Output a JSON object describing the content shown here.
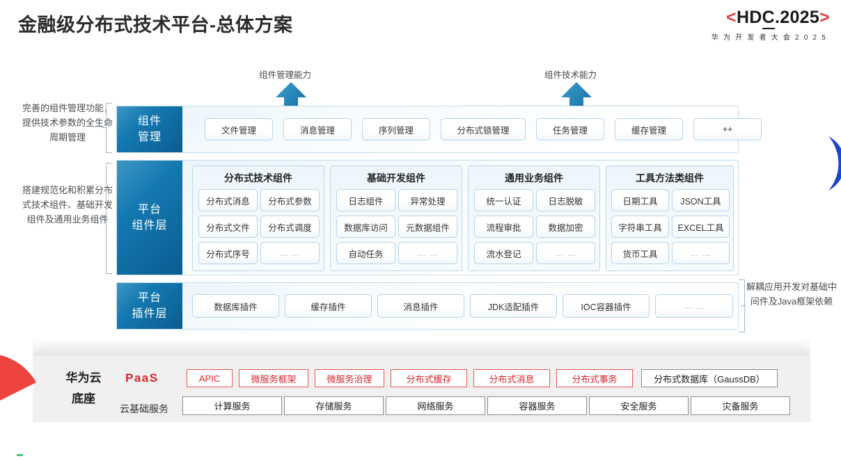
{
  "header": {
    "title": "金融级分布式技术平台-总体方案",
    "logo_bracket_left": "<",
    "logo_text": "HD",
    "logo_underline": "C",
    "logo_tail": ".2025",
    "logo_bracket_right": ">",
    "logo_sub": "华 为 开 发 者 大 会 2 0 2 5",
    "accent_red": "#e23b3b"
  },
  "capabilities": [
    {
      "label": "组件管理能力"
    },
    {
      "label": "组件技术能力"
    }
  ],
  "annotations": {
    "left": [
      "完善的组件管理功能，提供技术参数的全生命周期管理",
      "搭建规范化和积累分布式技术组件、基础开发组件及通用业务组件"
    ],
    "right": [
      "解耦应用开发对基础中间件及Java框架依赖"
    ]
  },
  "layers": {
    "component_management": {
      "tag_line1": "组件",
      "tag_line2": "管理",
      "items": [
        "文件管理",
        "消息管理",
        "序列管理",
        "分布式锁管理",
        "任务管理",
        "缓存管理",
        "++"
      ]
    },
    "platform_component": {
      "tag_line1": "平台",
      "tag_line2": "组件层",
      "groups": [
        {
          "title": "分布式技术组件",
          "items": [
            "分布式消息",
            "分布式参数",
            "分布式文件",
            "分布式调度",
            "分布式序号",
            "… …"
          ]
        },
        {
          "title": "基础开发组件",
          "items": [
            "日志组件",
            "异常处理",
            "数据库访问",
            "元数据组件",
            "自动任务",
            "… …"
          ]
        },
        {
          "title": "通用业务组件",
          "items": [
            "统一认证",
            "日志脱敏",
            "流程审批",
            "数据加密",
            "流水登记",
            "… …"
          ]
        },
        {
          "title": "工具方法类组件",
          "items": [
            "日期工具",
            "JSON工具",
            "字符串工具",
            "EXCEL工具",
            "货币工具",
            "… …"
          ]
        }
      ]
    },
    "platform_plugin": {
      "tag_line1": "平台",
      "tag_line2": "插件层",
      "items": [
        "数据库插件",
        "缓存插件",
        "消息插件",
        "JDK适配插件",
        "IOC容器插件",
        "… …"
      ]
    }
  },
  "base": {
    "title_line1": "华为云",
    "title_line2": "底座",
    "paas_label": "PaaS",
    "cloud_label": "云基础服务",
    "paas_items": [
      {
        "label": "APIC",
        "style": "red"
      },
      {
        "label": "微服务框架",
        "style": "red"
      },
      {
        "label": "微服务治理",
        "style": "red"
      },
      {
        "label": "分布式缓存",
        "style": "red"
      },
      {
        "label": "分布式消息",
        "style": "red"
      },
      {
        "label": "分布式事务",
        "style": "red"
      },
      {
        "label": "分布式数据库（GaussDB）",
        "style": "gray"
      }
    ],
    "cloud_items": [
      "计算服务",
      "存储服务",
      "网络服务",
      "容器服务",
      "安全服务",
      "灾备服务"
    ]
  },
  "decor": {
    "red_wedge": "red-wedge-marker",
    "blue_lens": "blue-lens-marker",
    "green_tick": "green-tick-marker"
  }
}
